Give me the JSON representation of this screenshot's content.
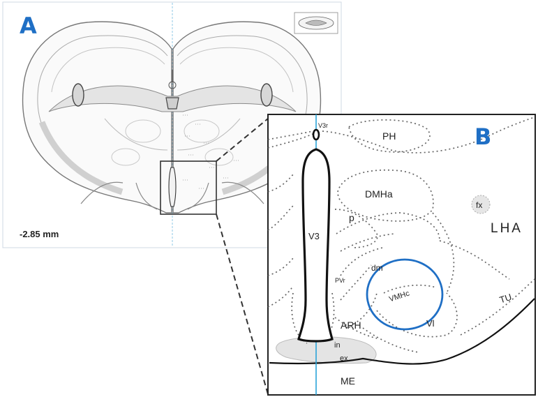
{
  "panel_a": {
    "letter": "A",
    "coordinate": "-2.85 mm"
  },
  "panel_b": {
    "letter": "B",
    "regions": {
      "v3r": "V3r",
      "ph": "PH",
      "dmha": "DMHa",
      "p": "p",
      "fx": "fx",
      "lha": "LHA",
      "v3": "V3",
      "dm": "dm",
      "pvr": "PVr",
      "vmhc": "VMHc",
      "vl": "Vl",
      "tu": "TU",
      "arh": "ARH",
      "in": "in",
      "ex": "ex",
      "me": "ME"
    }
  },
  "colors": {
    "accent": "#1f6fc5",
    "midline": "#2aa3d8",
    "outline": "#111111",
    "dotted": "#666666",
    "grey_fill": "#e2e2e2"
  }
}
